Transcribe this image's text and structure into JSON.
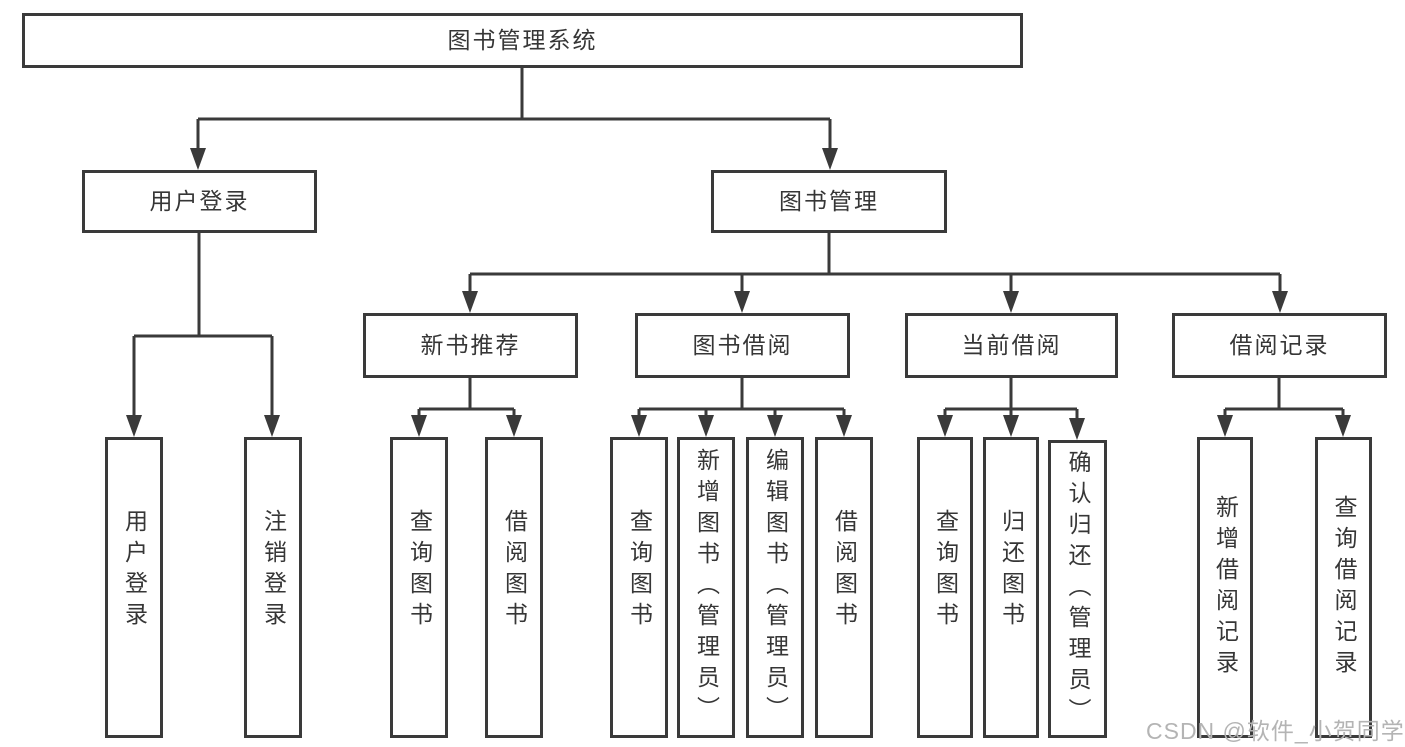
{
  "diagram": {
    "title": "图书管理系统",
    "branches": [
      {
        "label": "用户登录",
        "children": [
          {
            "label": "用户登录"
          },
          {
            "label": "注销登录"
          }
        ]
      },
      {
        "label": "图书管理",
        "children": [
          {
            "label": "新书推荐",
            "children": [
              {
                "label": "查询图书"
              },
              {
                "label": "借阅图书"
              }
            ]
          },
          {
            "label": "图书借阅",
            "children": [
              {
                "label": "查询图书"
              },
              {
                "label": "新增图书（管理员）"
              },
              {
                "label": "编辑图书（管理员）"
              },
              {
                "label": "借阅图书"
              }
            ]
          },
          {
            "label": "当前借阅",
            "children": [
              {
                "label": "查询图书"
              },
              {
                "label": "归还图书"
              },
              {
                "label": "确认归还（管理员）"
              }
            ]
          },
          {
            "label": "借阅记录",
            "children": [
              {
                "label": "新增借阅记录"
              },
              {
                "label": "查询借阅记录"
              }
            ]
          }
        ]
      }
    ]
  },
  "watermark": "CSDN @软件_小贺同学",
  "colors": {
    "line": "#3a3a3a",
    "text": "#363636",
    "watermark": "#b4b4b4"
  }
}
